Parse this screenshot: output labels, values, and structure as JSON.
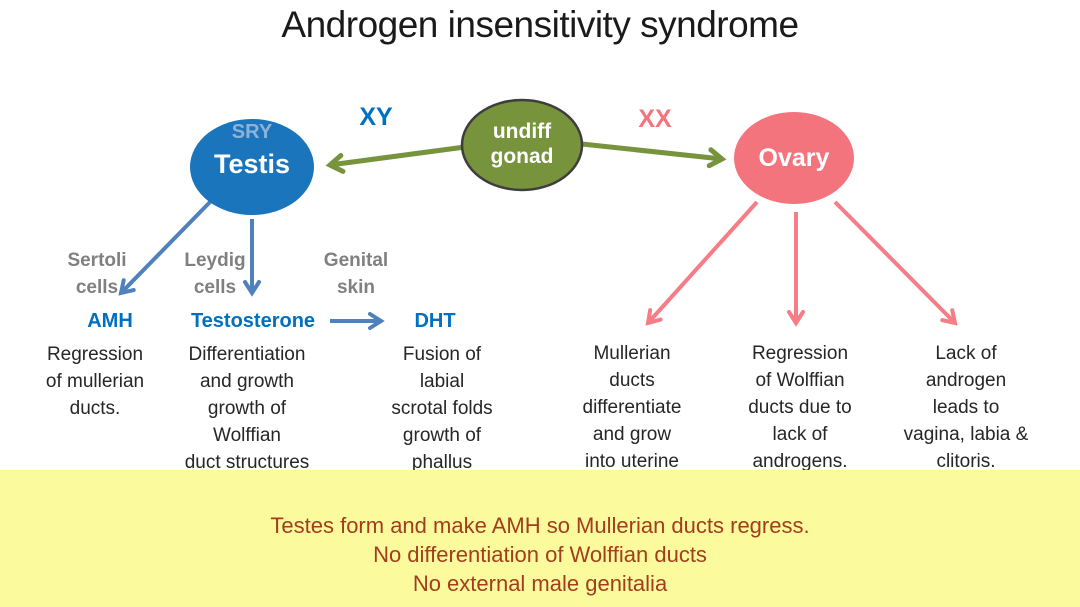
{
  "title": "Androgen insensitivity syndrome",
  "colors": {
    "node_undiff": "#77933c",
    "node_undiff_border": "#3e3e3e",
    "node_testis": "#1b75bc",
    "node_ovary": "#f4747e",
    "arrow_green": "#77933c",
    "arrow_blue": "#4f81bd",
    "arrow_pink": "#f67c85",
    "text_blue": "#0070c0",
    "text_pink": "#f4747e",
    "text_gray": "#808080",
    "text_sry": "#8fb2d6",
    "banner_bg": "#fbfb9e",
    "banner_text": "#a33d1e"
  },
  "nodes": {
    "undiff": {
      "label": "undiff\ngonad"
    },
    "testis": {
      "gene": "SRY",
      "label": "Testis"
    },
    "ovary": {
      "label": "Ovary"
    }
  },
  "karyotype": {
    "male": "XY",
    "female": "XX"
  },
  "male_pathway": {
    "sources": [
      "Sertoli\ncells",
      "Leydig\ncells",
      "Genital\nskin"
    ],
    "hormones": [
      "AMH",
      "Testosterone",
      "DHT"
    ],
    "outcomes": [
      "Regression\nof mullerian\nducts.",
      "Differentiation\nand growth\ngrowth of\nWolffian\nduct structures",
      "Fusion of\nlabial\nscrotal folds\ngrowth of\nphallus"
    ]
  },
  "female_pathway": {
    "outcomes": [
      "Mullerian\nducts\ndifferentiate\nand grow\ninto uterine",
      "Regression\nof Wolffian\nducts due to\nlack of\nandrogens.",
      "Lack of\nandrogen\nleads to\nvagina, labia &\nclitoris."
    ]
  },
  "banner": {
    "lines": [
      "Testes form and make AMH so Mullerian ducts regress.",
      "No differentiation of Wolffian ducts",
      "No external male genitalia"
    ]
  }
}
